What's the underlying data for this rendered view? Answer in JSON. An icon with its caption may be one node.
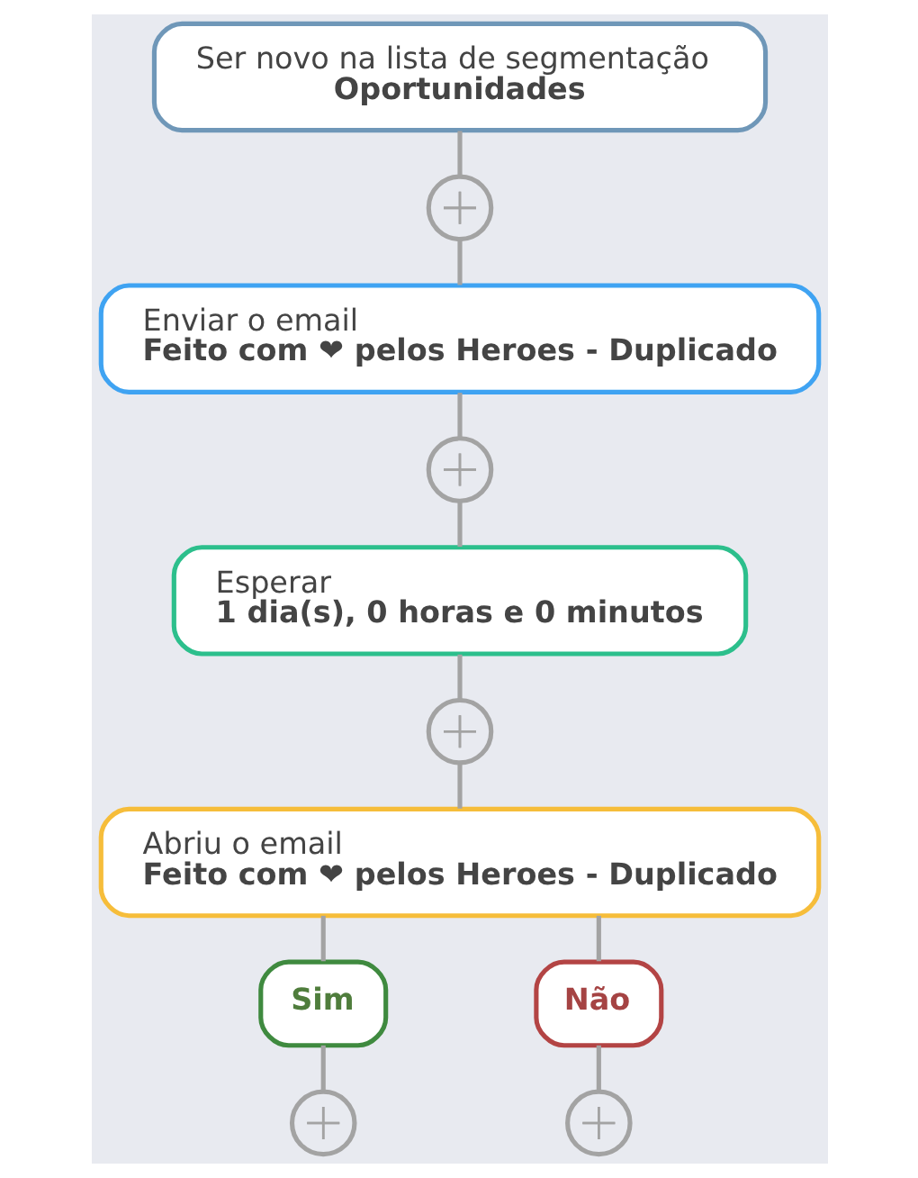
{
  "diagram": {
    "nodes": [
      {
        "text": [
          "Ser novo na lista de segmentação",
          "Oportunidades"
        ]
      },
      {
        "text": [],
        "shape": "circle"
      },
      {
        "text": [
          "Enviar o email",
          "Feito com ❤ pelos Heroes - Duplicado"
        ]
      },
      {
        "text": [],
        "shape": "circle"
      },
      {
        "text": [
          "Esperar",
          "1 dia(s), 0 horas e 0 minutos"
        ]
      },
      {
        "text": [],
        "shape": "circle"
      },
      {
        "text": [
          "Abriu o email",
          "Feito com ❤ pelos Heroes - Duplicado"
        ]
      },
      {
        "text": [
          "Sim"
        ]
      },
      {
        "text": [
          "Não"
        ]
      },
      {
        "text": [],
        "shape": "circle"
      },
      {
        "text": [],
        "shape": "circle"
      }
    ],
    "edges": [
      {
        "from": 0,
        "to": 1,
        "arrow": "none"
      },
      {
        "from": 1,
        "to": 2,
        "arrow": "none"
      },
      {
        "from": 2,
        "to": 3,
        "arrow": "none"
      },
      {
        "from": 3,
        "to": 4,
        "arrow": "none"
      },
      {
        "from": 4,
        "to": 5,
        "arrow": "none"
      },
      {
        "from": 5,
        "to": 6,
        "arrow": "none"
      },
      {
        "from": 6,
        "to": 7,
        "arrow": "none"
      },
      {
        "from": 6,
        "to": 8,
        "arrow": "none"
      },
      {
        "from": 7,
        "to": 9,
        "arrow": "none"
      },
      {
        "from": 8,
        "to": 10,
        "arrow": "none"
      }
    ]
  }
}
